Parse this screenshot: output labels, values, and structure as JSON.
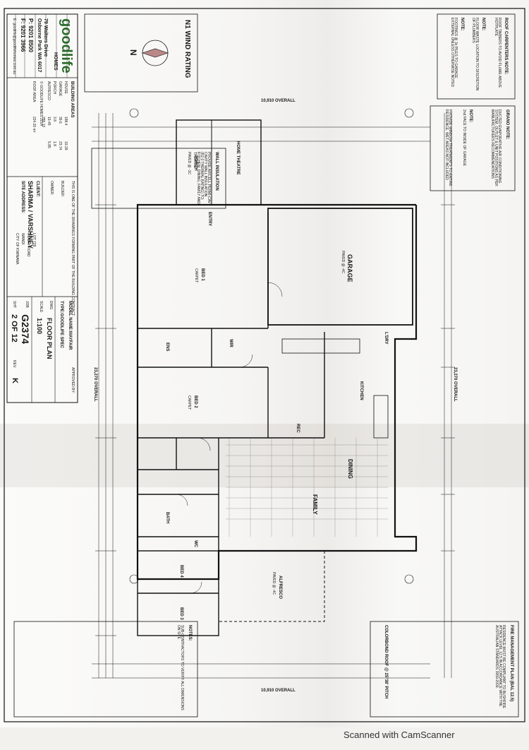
{
  "company": {
    "brand": "goodlife",
    "brand_sub": "HOMES",
    "address_line1": "79 Walters Drive",
    "address_line2": "Osborne Park WA 6017",
    "phone": "P: 9201 8500",
    "fax": "F: 9201 3966",
    "email": "E: goodlife@goodlifehomes.com.au",
    "copyright": "© GOODLIFE HOMES 2014"
  },
  "client": {
    "label": "CLIENT:",
    "name": "SHARMA / VARSHNEY",
    "site_label": "SITE ADDRESS:",
    "lot": "LOT 728",
    "street": "ROCKY ROAD",
    "suburb": "WANDI",
    "council": "CITY OF KWINANA"
  },
  "model": {
    "name": "MODEL NAME:MAYFAIR",
    "type": "TYPE:GOODLIFE SPEC",
    "dwg_label": "DWG",
    "dwg": "FLOOR PLAN",
    "scale_label": "SCALE",
    "scale": "1:100",
    "job_label": "JOB",
    "job": "G2374",
    "sheet_label": "SHT",
    "sheet": "2 OF 12",
    "rev_label": "REV.",
    "rev": "K"
  },
  "areas": {
    "title": "BUILDING AREAS",
    "rows": [
      {
        "name": "HOUSE",
        "a": "188.4",
        "b": "19.28"
      },
      {
        "name": "GARAGE",
        "a": "39.6",
        "b": "23.74"
      },
      {
        "name": "PORCH",
        "a": "3.8",
        "b": "1.8"
      },
      {
        "name": "ALFRESCO",
        "a": "19.45",
        "b": "5.85"
      },
      {
        "name": "",
        "a": "255.12",
        "b": ""
      }
    ],
    "roof_label": "ROOF AREA:",
    "roof": "224.20 m²"
  },
  "wind": {
    "rating": "N1 WIND RATING",
    "north": "N"
  },
  "overall": {
    "top": "10,910 OVERALL",
    "bottom": "10,910 OVERALL",
    "left": "23,270 OVERALL",
    "right": "23,270 OVERALL"
  },
  "rooms": {
    "porch": "PORCH",
    "porch_paving": "PAVED @ -1C",
    "theatre": "HOME THEATRE",
    "entry": "ENTRY",
    "garage": "GARAGE",
    "garage_paving": "PAVED @ -4C",
    "bed1": "BED 1",
    "bed1_carpet": "CARPET",
    "ens": "ENS",
    "wir": "WIR",
    "kitchen": "KITCHEN",
    "lndry": "L'DRY",
    "dining": "DINING",
    "family": "FAMILY",
    "bed2": "BED 2",
    "bed2_carpet": "CARPET",
    "bath": "BATH",
    "wc": "WC",
    "bed3": "BED 3",
    "bed4": "BED 4",
    "alfresco": "ALFRESCO",
    "alfresco_paving": "PAVED @ -4C",
    "rec": "REC"
  },
  "notes": {
    "roof_carpenter_title": "ROOF CARPENTERS NOTE:",
    "roof_carpenter_body": "ROOF TIMBERS TO AVOID FLUME ABOVE HOTPLATE",
    "note1_title": "NOTE:",
    "note1_body": "FLOOR WASTE LOCATION TO DISCRETION OF PLUMBERS",
    "note2_title": "NOTE:",
    "note2_body": "FOOTINGS @ 3x PILES TO GARAGE EXTERNAL UNLESS OTHERWISE NOTED",
    "grano_title": "GRANO NOTE:",
    "ducted_body": "DUCTED EVAPORATIVE AIR CONDITIONING SYSTEM, OUTLET & UNIT POSITIONS AS PER MANUFACTURERS RECOMMENDATIONS",
    "note3_title": "NOTE:",
    "note3_body": "2nd FACE TO INSIDE OF GARAGE",
    "window_note": "PROVIDE WINDOW TREATMENTS TO ENTIRE RESIDENCE. WET AREAS NOT INCLUDED",
    "wall_insulation_title": "WALL INSULATION",
    "wall_insulation_body": "PROVIDE AIRCELL PERMI-CAV CAVITY WALL INSULATION (R2.0 THERMAL RATING) TO: KITCHEN, DINING, FAMILY AND THEATRE",
    "fire_title": "FIRE MANAGEMENT PLAN (BAL 12.5)",
    "fire_body": "RESIDENCE MUST BE COMPLIANT TO BUSHFIRE ATTACK LEVEL 12.5 IN ACCORDANCE WITH THE AUSTRALIAN STANDARDS 3959-2009.",
    "colorbond": "COLORBOND ROOF @ 25°38' PITCH",
    "notes_title": "NOTES:",
    "notes_body": "SUB-CONTRACTORS TO VERIFY ALL DIMENSIONS ON SITE",
    "contract_note": "THIS IS ONE OF THE DRAWINGS FORMING PART OF THE BUILDING CONTRACT.",
    "builder_label": "BUILDER:",
    "owner_label": "OWNER:",
    "approved_by": "APPROVED BY:"
  },
  "scanner": "Scanned with CamScanner"
}
